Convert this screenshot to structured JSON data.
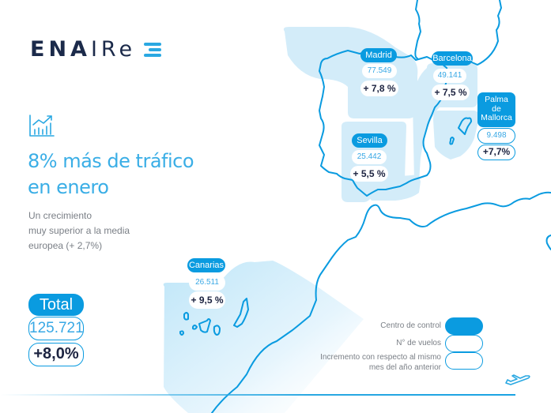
{
  "brand": {
    "logo_text_bold": "ENA",
    "logo_text_light": "IRe",
    "logo_icon": "three-bars-icon",
    "brand_color": "#0a9be0",
    "dark_color": "#1b2a4a"
  },
  "headline": {
    "icon": "trend-chart-icon",
    "line1": "8% más de tráfico",
    "line2": "en enero",
    "sub_lines": [
      "Un crecimiento",
      "muy superior a la media",
      "europea (+ 2,7%)"
    ]
  },
  "total": {
    "label": "Total",
    "flights": "125.721",
    "increase": "+8,0%"
  },
  "centers": [
    {
      "name": "Madrid",
      "flights": "77.549",
      "increase": "+ 7,8 %"
    },
    {
      "name": "Barcelona",
      "flights": "49.141",
      "increase": "+ 7,5 %"
    },
    {
      "name_lines": [
        "Palma",
        "de",
        "Mallorca"
      ],
      "flights": "9.498",
      "increase": "+7,7%"
    },
    {
      "name": "Sevilla",
      "flights": "25.442",
      "increase": "+ 5,5 %"
    },
    {
      "name": "Canarias",
      "flights": "26.511",
      "increase": "+ 9,5 %"
    }
  ],
  "legend": {
    "control_center": "Centro de control",
    "flights": "N° de vuelos",
    "increase_line1": "Incremento con respecto al mismo",
    "increase_line2": "mes del año anterior"
  },
  "decor": {
    "plane_icon": "airplane-takeoff-icon"
  },
  "chart_data": {
    "type": "table",
    "title": "8% más de tráfico en enero",
    "columns": [
      "Centro de control",
      "N° de vuelos",
      "Incremento"
    ],
    "rows": [
      [
        "Madrid",
        77549,
        7.8
      ],
      [
        "Barcelona",
        49141,
        7.5
      ],
      [
        "Palma de Mallorca",
        9498,
        7.7
      ],
      [
        "Sevilla",
        25442,
        5.5
      ],
      [
        "Canarias",
        26511,
        9.5
      ],
      [
        "Total",
        125721,
        8.0
      ]
    ],
    "note": "Un crecimiento muy superior a la media europea (+ 2,7%)"
  }
}
